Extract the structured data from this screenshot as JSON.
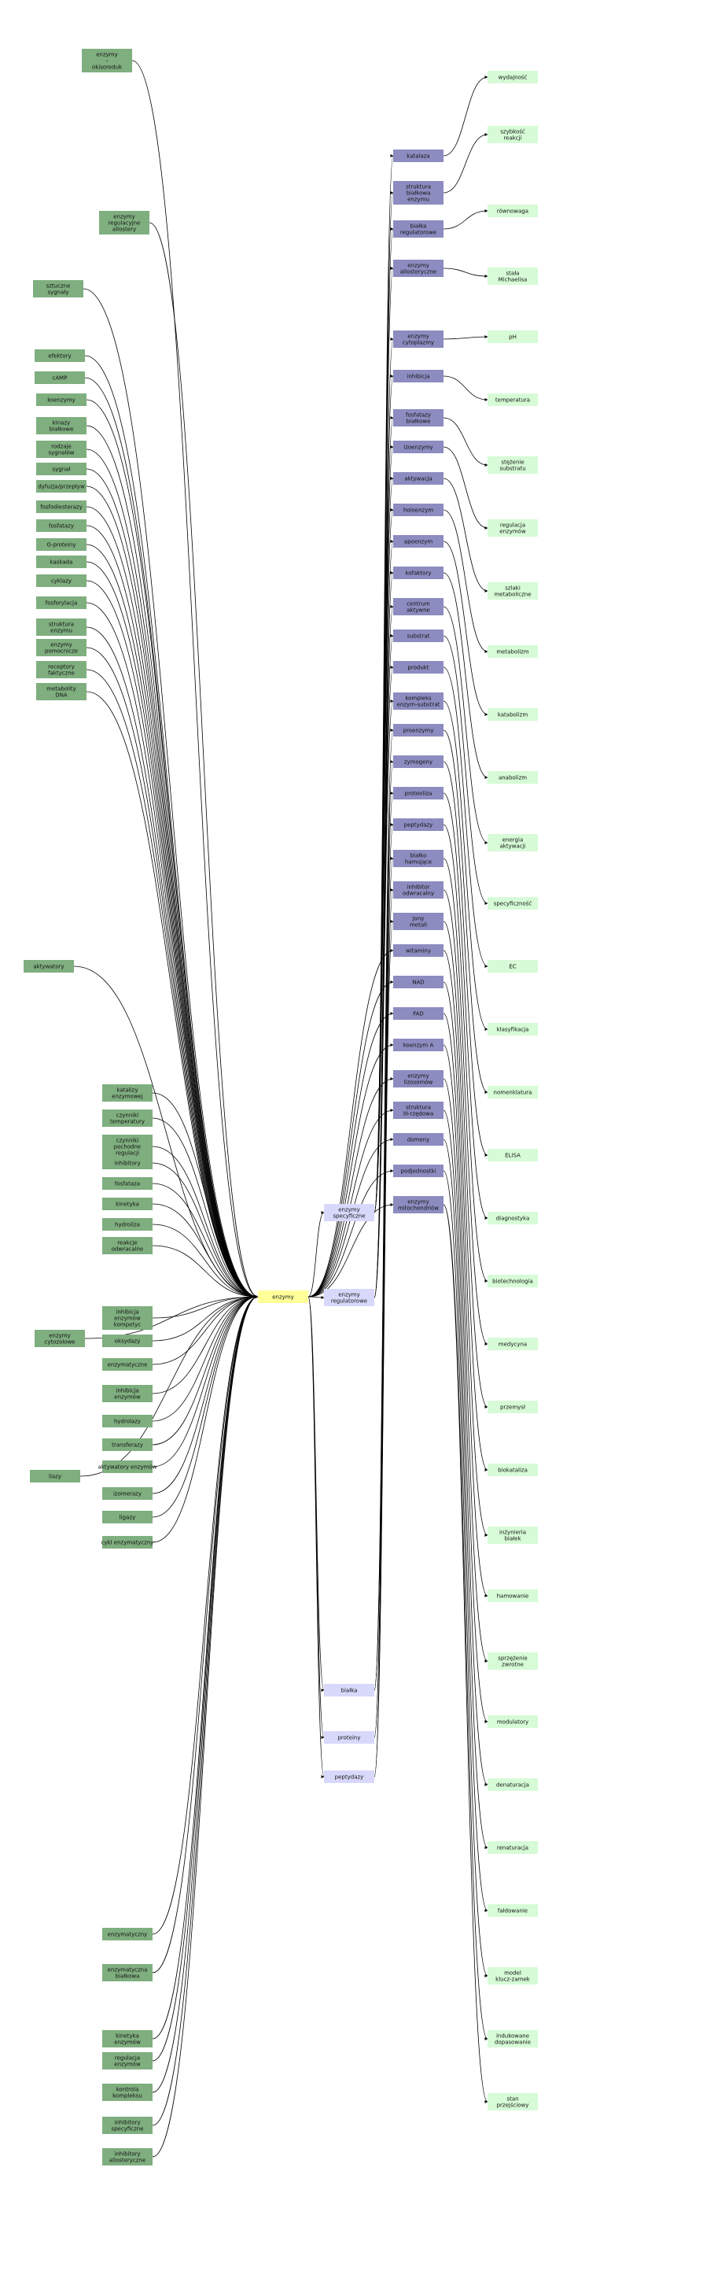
{
  "colors": {
    "green": "#7fae7f",
    "purple": "#8c8cc0",
    "lightgreen": "#d6fbd6",
    "lavender": "#d8d8fb",
    "yellow": "#ffff99"
  },
  "nodes": [
    {
      "id": "n1",
      "label": "enzymy\n–\nokisoreduk",
      "color": "green"
    },
    {
      "id": "n2",
      "label": "enzymy\nregulacyjne\nallostery",
      "color": "green"
    },
    {
      "id": "n3",
      "label": "sztuczne\nsygnały",
      "color": "green"
    },
    {
      "id": "n4",
      "label": "efektory",
      "color": "green"
    },
    {
      "id": "n5",
      "label": "cAMP",
      "color": "green"
    },
    {
      "id": "n6",
      "label": "koenzymy",
      "color": "green"
    },
    {
      "id": "n7",
      "label": "kinazy\nbiałkowe",
      "color": "green"
    },
    {
      "id": "n8",
      "label": "rodzaje\nsygnałów",
      "color": "green"
    },
    {
      "id": "n9",
      "label": "sygnał",
      "color": "green"
    },
    {
      "id": "n10",
      "label": "dyfuzja/przepływ",
      "color": "green"
    },
    {
      "id": "n11",
      "label": "fosfodiesterazy",
      "color": "green"
    },
    {
      "id": "n12",
      "label": "fosfatazy",
      "color": "green"
    },
    {
      "id": "n13",
      "label": "G-proteiny",
      "color": "green"
    },
    {
      "id": "n14",
      "label": "kaskada",
      "color": "green"
    },
    {
      "id": "n15",
      "label": "cyklazy",
      "color": "green"
    },
    {
      "id": "n16",
      "label": "fosforylacja",
      "color": "green"
    },
    {
      "id": "n17",
      "label": "struktura\nenzymu",
      "color": "green"
    },
    {
      "id": "n18",
      "label": "enzymy\npomocnicze",
      "color": "green"
    },
    {
      "id": "n19",
      "label": "receptory\nfaktyczne",
      "color": "green"
    },
    {
      "id": "n20",
      "label": "metabolity\nDNA",
      "color": "green"
    },
    {
      "id": "n21",
      "label": "aktywatory",
      "color": "green"
    },
    {
      "id": "n22",
      "label": "katalizy\nenzymowej",
      "color": "green"
    },
    {
      "id": "n23",
      "label": "czynniki\ntemperatury",
      "color": "green"
    },
    {
      "id": "n24",
      "label": "czynniki\npochodne\nregulacji",
      "color": "green"
    },
    {
      "id": "n25",
      "label": "inhibitory",
      "color": "green"
    },
    {
      "id": "n26",
      "label": "fosfataza",
      "color": "green"
    },
    {
      "id": "n27",
      "label": "kinetyka",
      "color": "green"
    },
    {
      "id": "n28",
      "label": "hydroliza",
      "color": "green"
    },
    {
      "id": "n29",
      "label": "reakcje\nodwracalne",
      "color": "green"
    },
    {
      "id": "n30",
      "label": "enzymy\ncytozolowe",
      "color": "green"
    },
    {
      "id": "n31",
      "label": "inhibicja\nenzymów\nkompetyc",
      "color": "green"
    },
    {
      "id": "n32",
      "label": "oksydazy",
      "color": "green"
    },
    {
      "id": "n33",
      "label": "enzymatyczne",
      "color": "green"
    },
    {
      "id": "n34",
      "label": "inhibicja\nenzymów",
      "color": "green"
    },
    {
      "id": "n35",
      "label": "hydrolazy",
      "color": "green"
    },
    {
      "id": "n36",
      "label": "transferazy",
      "color": "green"
    },
    {
      "id": "n37",
      "label": "aktywatory enzymów",
      "color": "green"
    },
    {
      "id": "n38",
      "label": "liazy",
      "color": "green"
    },
    {
      "id": "n39",
      "label": "izomerazy",
      "color": "green"
    },
    {
      "id": "n40",
      "label": "ligazy",
      "color": "green"
    },
    {
      "id": "n41",
      "label": "cykl enzymatyczny",
      "color": "green"
    },
    {
      "id": "n42",
      "label": "enzymatyczny",
      "color": "green"
    },
    {
      "id": "n43",
      "label": "enzymatyczna\nbiałkowa",
      "color": "green"
    },
    {
      "id": "n44",
      "label": "kinetyka\nenzymów",
      "color": "green"
    },
    {
      "id": "n45",
      "label": "regulacja\nenzymów",
      "color": "green"
    },
    {
      "id": "n46",
      "label": "kontrola\nkompleksu",
      "color": "green"
    },
    {
      "id": "n47",
      "label": "inhibitory\nspecyficzne",
      "color": "green"
    },
    {
      "id": "n48",
      "label": "inhibitory\nallosteryczne",
      "color": "green"
    },
    {
      "id": "n49",
      "label": "enzymy",
      "color": "yellow"
    },
    {
      "id": "n50",
      "label": "enzymy\nspecyficzne",
      "color": "lavender"
    },
    {
      "id": "n51",
      "label": "enzymy\nregulatorowe",
      "color": "lavender"
    },
    {
      "id": "n52",
      "label": "białka",
      "color": "lavender"
    },
    {
      "id": "n53",
      "label": "proteiny",
      "color": "lavender"
    },
    {
      "id": "n54",
      "label": "peptydazy",
      "color": "lavender"
    },
    {
      "id": "n55",
      "label": "katalaza",
      "color": "purple"
    },
    {
      "id": "n56",
      "label": "struktura\nbiałkowa\nenzymu",
      "color": "purple"
    },
    {
      "id": "n57",
      "label": "białka\nregulatorowe",
      "color": "purple"
    },
    {
      "id": "n58",
      "label": "enzymy\nallosteryczne",
      "color": "purple"
    },
    {
      "id": "n59",
      "label": "enzymy\ncytoplazmy",
      "color": "purple"
    },
    {
      "id": "n60",
      "label": "inhibicja",
      "color": "purple"
    },
    {
      "id": "n61",
      "label": "fosfatazy\nbiałkowe",
      "color": "purple"
    },
    {
      "id": "n62",
      "label": "izoenzymy",
      "color": "purple"
    },
    {
      "id": "n63",
      "label": "aktywacja",
      "color": "purple"
    },
    {
      "id": "n64",
      "label": "holoenzym",
      "color": "purple"
    },
    {
      "id": "n65",
      "label": "apoenzym",
      "color": "purple"
    },
    {
      "id": "n66",
      "label": "kofaktory",
      "color": "purple"
    },
    {
      "id": "n67",
      "label": "centrum\naktywne",
      "color": "purple"
    },
    {
      "id": "n68",
      "label": "substrat",
      "color": "purple"
    },
    {
      "id": "n69",
      "label": "produkt",
      "color": "purple"
    },
    {
      "id": "n70",
      "label": "kompleks\nenzym-substrat",
      "color": "purple"
    },
    {
      "id": "n71",
      "label": "proenzymy",
      "color": "purple"
    },
    {
      "id": "n72",
      "label": "zymogeny",
      "color": "purple"
    },
    {
      "id": "n73",
      "label": "proteoliza",
      "color": "purple"
    },
    {
      "id": "n74",
      "label": "peptydazy",
      "color": "purple"
    },
    {
      "id": "n75",
      "label": "białko\nhamujące",
      "color": "purple"
    },
    {
      "id": "n76",
      "label": "inhibitor\nodwracalny",
      "color": "purple"
    },
    {
      "id": "n77",
      "label": "jony\nmetali",
      "color": "purple"
    },
    {
      "id": "n78",
      "label": "witaminy",
      "color": "purple"
    },
    {
      "id": "n79",
      "label": "NAD",
      "color": "purple"
    },
    {
      "id": "n80",
      "label": "FAD",
      "color": "purple"
    },
    {
      "id": "n81",
      "label": "koenzym A",
      "color": "purple"
    },
    {
      "id": "n82",
      "label": "enzymy\nlizosomów",
      "color": "purple"
    },
    {
      "id": "n83",
      "label": "struktura\nIII-rzędowa",
      "color": "purple"
    },
    {
      "id": "n84",
      "label": "domeny",
      "color": "purple"
    },
    {
      "id": "n85",
      "label": "podjednostki",
      "color": "purple"
    },
    {
      "id": "n86",
      "label": "enzymy\nmitochondriów",
      "color": "purple"
    },
    {
      "id": "n87",
      "label": "wydajność",
      "color": "lightgreen"
    },
    {
      "id": "n88",
      "label": "szybkość\nreakcji",
      "color": "lightgreen"
    },
    {
      "id": "n89",
      "label": "równowaga",
      "color": "lightgreen"
    },
    {
      "id": "n90",
      "label": "stała\nMichaelisa",
      "color": "lightgreen"
    },
    {
      "id": "n91",
      "label": "pH",
      "color": "lightgreen"
    },
    {
      "id": "n92",
      "label": "temperatura",
      "color": "lightgreen"
    },
    {
      "id": "n93",
      "label": "stężenie\nsubstratu",
      "color": "lightgreen"
    },
    {
      "id": "n94",
      "label": "regulacja\nenzymów",
      "color": "lightgreen"
    },
    {
      "id": "n95",
      "label": "szlaki\nmetaboliczne",
      "color": "lightgreen"
    },
    {
      "id": "n96",
      "label": "metabolizm",
      "color": "lightgreen"
    },
    {
      "id": "n97",
      "label": "katabolizm",
      "color": "lightgreen"
    },
    {
      "id": "n98",
      "label": "anabolizm",
      "color": "lightgreen"
    },
    {
      "id": "n99",
      "label": "energia\naktywacji",
      "color": "lightgreen"
    },
    {
      "id": "n100",
      "label": "specyficzność",
      "color": "lightgreen"
    },
    {
      "id": "n101",
      "label": "EC",
      "color": "lightgreen"
    },
    {
      "id": "n102",
      "label": "klasyfikacja",
      "color": "lightgreen"
    },
    {
      "id": "n103",
      "label": "nomenklatura",
      "color": "lightgreen"
    },
    {
      "id": "n104",
      "label": "ELISA",
      "color": "lightgreen"
    },
    {
      "id": "n105",
      "label": "diagnostyka",
      "color": "lightgreen"
    },
    {
      "id": "n106",
      "label": "biotechnologia",
      "color": "lightgreen"
    },
    {
      "id": "n107",
      "label": "medycyna",
      "color": "lightgreen"
    },
    {
      "id": "n108",
      "label": "przemysł",
      "color": "lightgreen"
    },
    {
      "id": "n109",
      "label": "biokataliza",
      "color": "lightgreen"
    },
    {
      "id": "n110",
      "label": "inżynieria\nbiałek",
      "color": "lightgreen"
    },
    {
      "id": "n111",
      "label": "hamowanie",
      "color": "lightgreen"
    },
    {
      "id": "n112",
      "label": "sprzężenie\nzwrotne",
      "color": "lightgreen"
    },
    {
      "id": "n113",
      "label": "modulatory",
      "color": "lightgreen"
    },
    {
      "id": "n114",
      "label": "denaturacja",
      "color": "lightgreen"
    },
    {
      "id": "n115",
      "label": "renaturacja",
      "color": "lightgreen"
    },
    {
      "id": "n116",
      "label": "fałdowanie",
      "color": "lightgreen"
    },
    {
      "id": "n117",
      "label": "model\nklucz-zamek",
      "color": "lightgreen"
    },
    {
      "id": "n118",
      "label": "indukowane\ndopasowanie",
      "color": "lightgreen"
    },
    {
      "id": "n119",
      "label": "stan\nprzejściowy",
      "color": "lightgreen"
    }
  ]
}
